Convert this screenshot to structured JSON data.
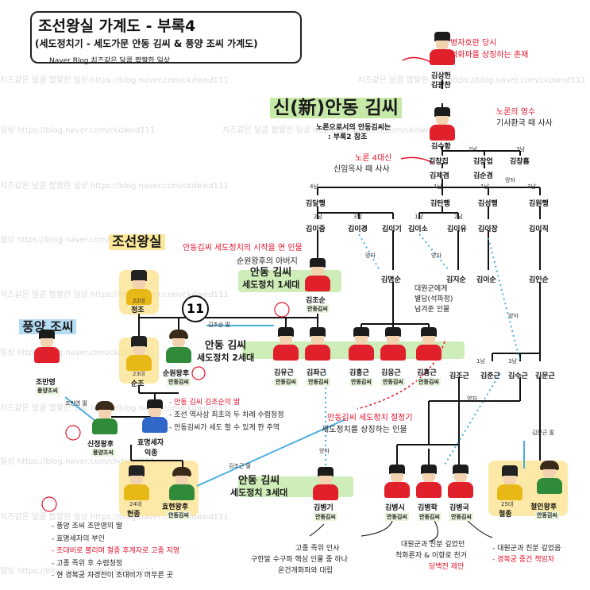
{
  "header": {
    "title": "조선왕실 가계도 - 부록4",
    "subtitle": "(세도정치기 - 세도가문 안동 김씨 & 풍양 조씨 가계도)",
    "credit": "Naver Blog 치즈같은 달콤 짭짤한 일상"
  },
  "watermark": {
    "text_a": "치즈같은 달콤 짭짤한 일상 https://blog.naver.com/ckdwnd111",
    "text_b": "일상 https://blog.naver.com/ckdwnd111"
  },
  "clans": {
    "new_andong": "신(新)안동 김씨",
    "joseon": "조선왕실",
    "pungyang": "풍양 조씨"
  },
  "notes": {
    "noron_ref_line1": "노론으로서의 안동김씨는",
    "noron_ref_line2": ": 부록2 참조",
    "byeongja_line1": "병자호란 당시",
    "byeongja_line2": "척화파를 상징하는 존재",
    "noron_leader_line1": "노론의 영수",
    "noron_leader_line2": "기사환국 때 사사",
    "noron_4_line1": "노론 4대신",
    "noron_4_line2": "신임옥사 때 사사",
    "sedo_start": "안동김씨 세도정치의 시작을 연 인물",
    "sunwon_father": "순원왕후의 아버지",
    "heungseon_line1": "대원군에게",
    "heungseon_line2": "별당(석파정)",
    "heungseon_line3": "넘겨준 인물",
    "sunwon_1": "- 안동 김씨 김조순의 딸",
    "sunwon_2": "- 조선 역사상 최초의 두 차례 수렴청정",
    "sunwon_3": "- 안동김씨가 세도 할 수 있게 한 주역",
    "jwageun_1": "안동김씨 세도정치 절정기",
    "jwageun_2": "세도정치를 상징하는 인물",
    "sinjeong_1": "- 풍양 조씨 조만영의 딸",
    "sinjeong_2": "- 효명세자의 부인",
    "sinjeong_3": "- 조대비로 불리며 철종 후계자로 고종 지명",
    "sinjeong_4": "- 고종 즉위 후 수렴청정",
    "sinjeong_5": "- 현 경복궁 자경전이 조대비가 머무른 곳",
    "byeongi_1": "고종 즉위 인사",
    "byeongi_2": "구한말 수구파 핵심 인물 중 하나",
    "byeongi_3": "온건개화파와 대립",
    "byeonghak_1": "대원군과 친분 깊었던",
    "byeonghak_2": "척화론자 & 이항로 천거",
    "byeonghak_3": "당백전 제안",
    "byeongguk_1": "- 대원군과 친분 깊었음",
    "byeongguk_2": "- 경복궁 중건 책임자"
  },
  "generations": {
    "g1_line1": "안동 김씨",
    "g1_line2": "세도정치 1세대",
    "g2_line1": "안동 김씨",
    "g2_line2": "세도정치 2세대",
    "g3_line1": "안동 김씨",
    "g3_line2": "세도정치 3세대"
  },
  "ref_number": "11",
  "rel_labels": {
    "jojosun_daughter": "김조순 딸",
    "joman_daughter": "조만영 딸",
    "jomungeun_daughter": "김조근 딸",
    "munkeun_daughter": "김문근 딸",
    "yangja_1": "양자",
    "yangja_2": "양자",
    "yangja_3": "양자",
    "yangja_4": "양자",
    "yangja_5": "양자",
    "yangja_6": "양자"
  },
  "order_labels": {
    "o1": "1남",
    "o2": "2남",
    "o3": "3남",
    "o4": "4남",
    "o5": "1남",
    "o6": "3남",
    "o7": "2남",
    "o8": "3남",
    "o9": "1남",
    "o10": "2남",
    "o11": "1남",
    "o12": "3남"
  },
  "ancestors": {
    "sangheon": "김상헌",
    "gwangchan": "김광찬",
    "suhang": "김수항",
    "changjip": "김창집",
    "changeop": "김창업",
    "changheup": "김창흡",
    "jegyeom": "김제겸",
    "sungyeong": "김순겸",
    "daljaeng": "김달행",
    "tanhaeng": "김탄행",
    "seonghaeng": "김성행",
    "wonhaeng": "김원행",
    "ijung": "김이중",
    "igyeong": "김이경",
    "igi": "김이기",
    "iso": "김이소",
    "iyu": "김이유",
    "ijang": "김이장",
    "ijik": "김이직",
    "myeongsun": "김명순",
    "jisun": "김지순",
    "isun": "김이순",
    "insun": "김인순",
    "josun": "김조순",
    "jogeun": "김조근",
    "jungeun": "김준근",
    "sugeun": "김수근",
    "mungeun": "김문근"
  },
  "gen2": {
    "yugeun": "김유근",
    "jwageun": "김좌근",
    "hongeun": "김홍근",
    "eunggeun": "김응근",
    "heunggeun": "김흥근"
  },
  "gen3": {
    "byeonggi": "김병기",
    "byeongsi": "김병시",
    "byeonghak": "김병학",
    "byeongguk": "김병국"
  },
  "royals": {
    "jeongjo_num": "22대",
    "jeongjo": "정조",
    "sunjo_num": "23대",
    "sunjo": "순조",
    "sunwon": "순원왕후",
    "hyomyeong_line1": "효명세자",
    "hyomyeong_line2": "익종",
    "sinjeong": "신정왕후",
    "heonjong_num": "24대",
    "heonjong": "헌종",
    "hyohyeon": "효현왕후",
    "cheoljong_num": "25대",
    "cheoljong": "철종",
    "cheorin": "철인왕후",
    "jomanyeong": "조만영"
  },
  "clan_tag": {
    "andong": "안동김씨",
    "pungyang": "풍양조씨"
  }
}
